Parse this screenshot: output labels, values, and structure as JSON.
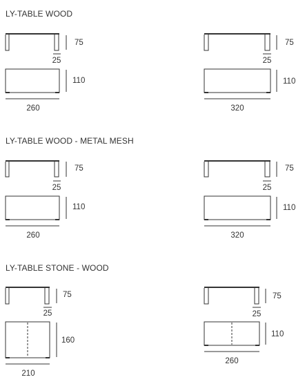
{
  "sections": [
    {
      "title": "LY-TABLE WOOD",
      "tables": [
        {
          "height": "75",
          "leg": "25",
          "depth": "110",
          "length": "260"
        },
        {
          "height": "75",
          "leg": "25",
          "depth": "110",
          "length": "320"
        }
      ]
    },
    {
      "title": "LY-TABLE WOOD - METAL MESH",
      "tables": [
        {
          "height": "75",
          "leg": "25",
          "depth": "110",
          "length": "260"
        },
        {
          "height": "75",
          "leg": "25",
          "depth": "110",
          "length": "320"
        }
      ]
    },
    {
      "title": "LY-TABLE STONE - WOOD",
      "tables": [
        {
          "height": "75",
          "leg": "25",
          "depth": "160",
          "length": "210"
        },
        {
          "height": "75",
          "leg": "25",
          "depth": "110",
          "length": "260"
        }
      ]
    }
  ]
}
